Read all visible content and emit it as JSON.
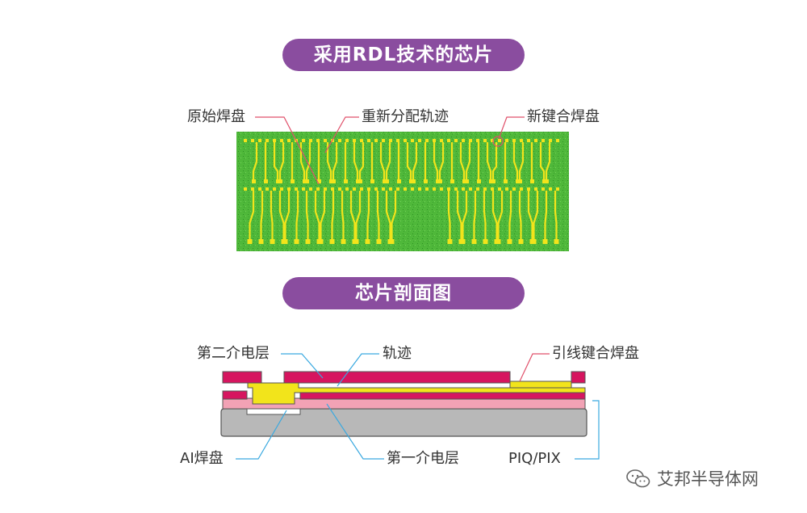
{
  "titles": {
    "top": "采用RDL技术的芯片",
    "bottom": "芯片剖面图"
  },
  "chip_labels": {
    "original_pad": "原始焊盘",
    "redistribution_trace": "重新分配轨迹",
    "new_bond_pad": "新键合焊盘"
  },
  "cross_section_labels": {
    "second_dielectric": "第二介电层",
    "trace": "轨迹",
    "wire_bond_pad": "引线键合焊盘",
    "al_pad": "AI焊盘",
    "first_dielectric": "第一介电层",
    "piq_pix": "PIQ/PIX"
  },
  "watermark": {
    "text": "艾邦半导体网",
    "icon": "wechat-icon"
  },
  "colors": {
    "pill": "#8a4d9f",
    "chip_green": "#4fb83a",
    "trace_yellow": "#f2e41b",
    "magenta": "#d6155f",
    "pink": "#f2a2b5",
    "silicon_gray": "#b8b8b8",
    "leader_red": "#e0506a",
    "leader_blue": "#3aa9e0"
  }
}
